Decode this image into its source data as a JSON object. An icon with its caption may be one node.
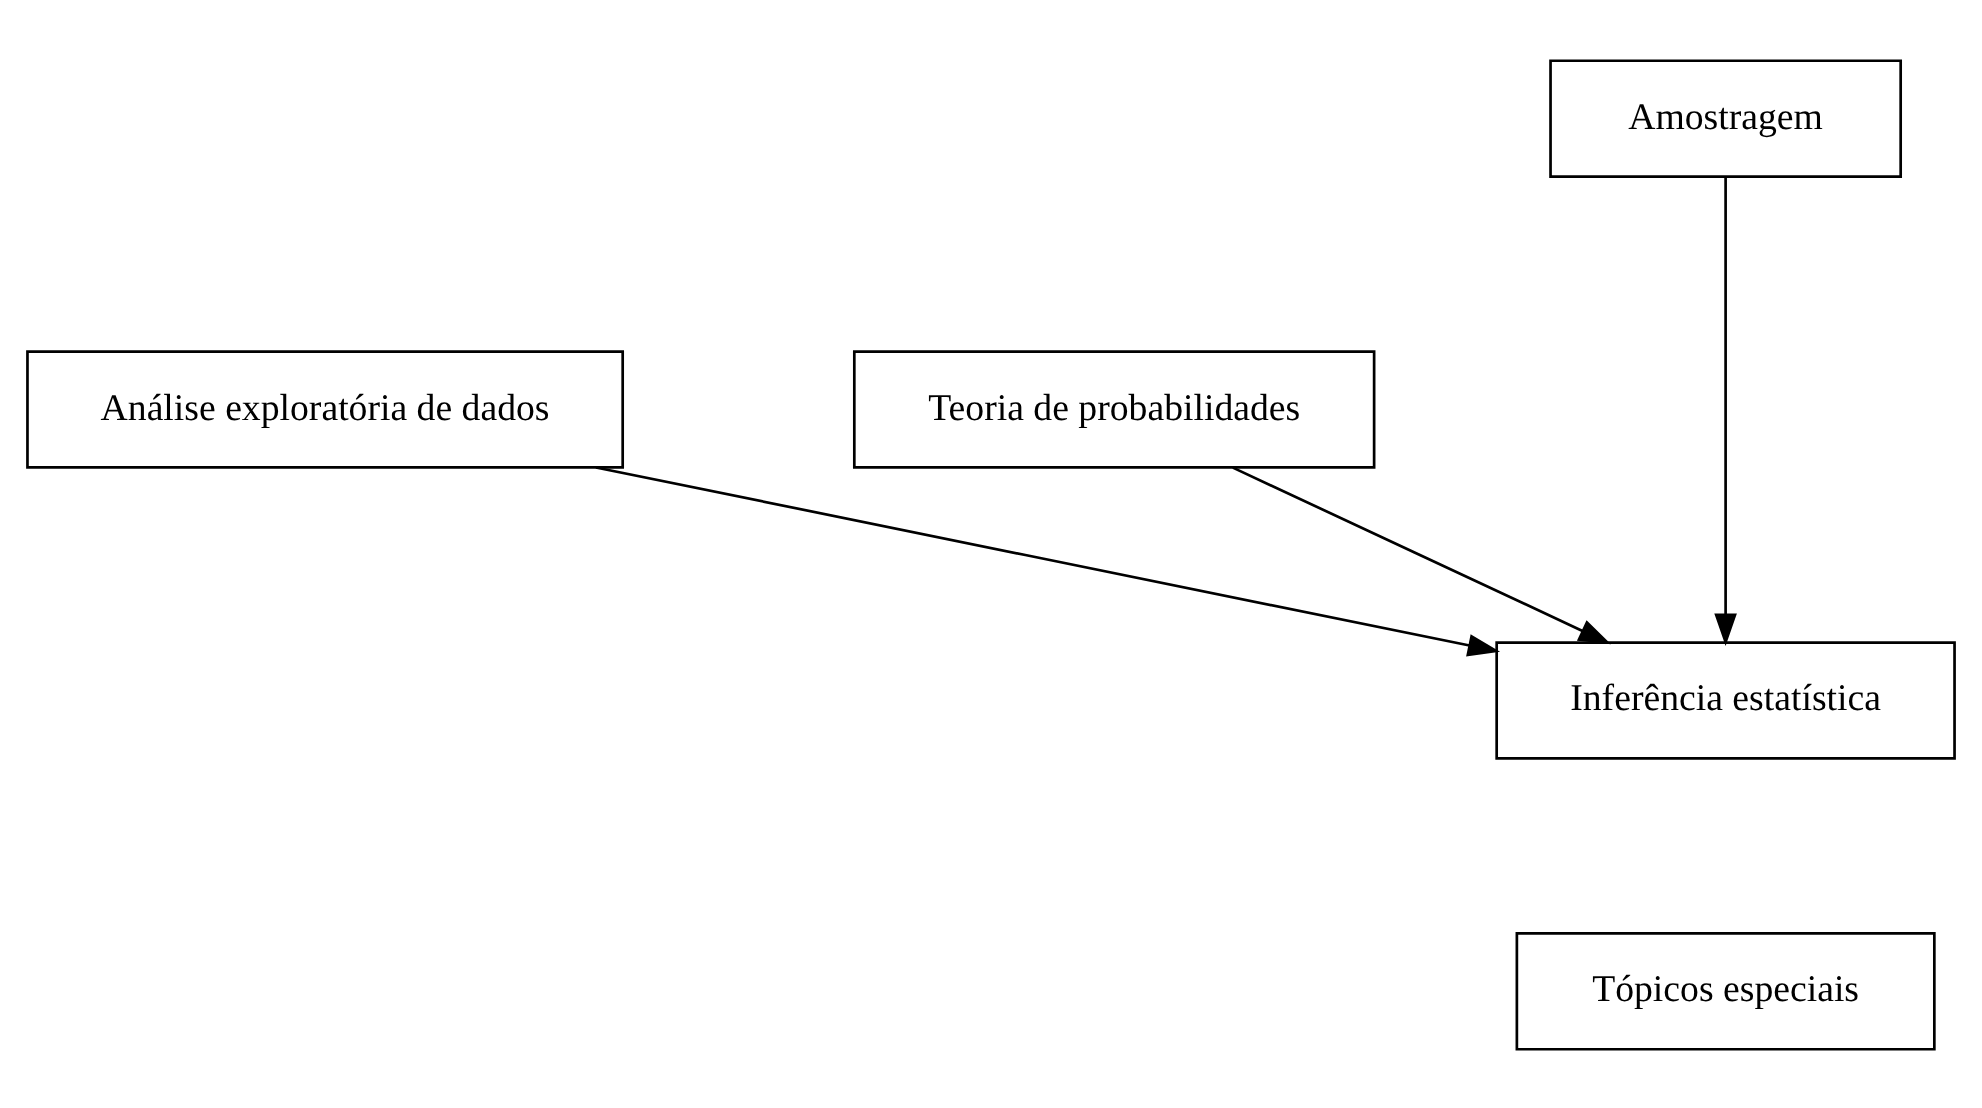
{
  "diagram": {
    "nodes": [
      {
        "text": [
          "Amostragem"
        ]
      },
      {
        "text": [
          "Análise exploratória de dados"
        ]
      },
      {
        "text": [
          "Teoria de probabilidades"
        ]
      },
      {
        "text": [
          "Inferência estatística"
        ]
      },
      {
        "text": [
          "Tópicos especiais"
        ]
      }
    ],
    "edges": [
      {
        "from": 1,
        "to": 3,
        "arrow": "to"
      },
      {
        "from": 0,
        "to": 3,
        "arrow": "to"
      },
      {
        "from": 2,
        "to": 3,
        "arrow": "to"
      }
    ]
  }
}
